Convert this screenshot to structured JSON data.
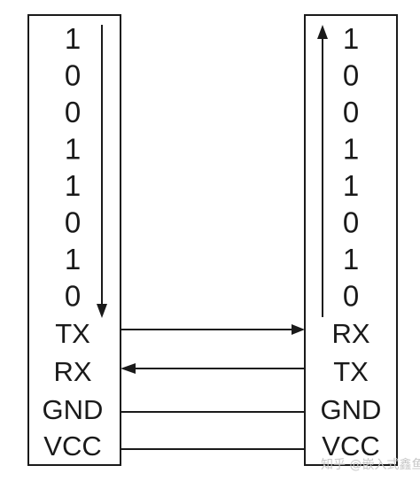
{
  "left_device": {
    "bits": [
      "1",
      "0",
      "0",
      "1",
      "1",
      "0",
      "1",
      "0"
    ],
    "pins": [
      "TX",
      "RX",
      "GND",
      "VCC"
    ]
  },
  "right_device": {
    "bits": [
      "1",
      "0",
      "0",
      "1",
      "1",
      "0",
      "1",
      "0"
    ],
    "pins": [
      "RX",
      "TX",
      "GND",
      "VCC"
    ]
  },
  "watermark": "知乎 @嵌入式鑫鱼"
}
